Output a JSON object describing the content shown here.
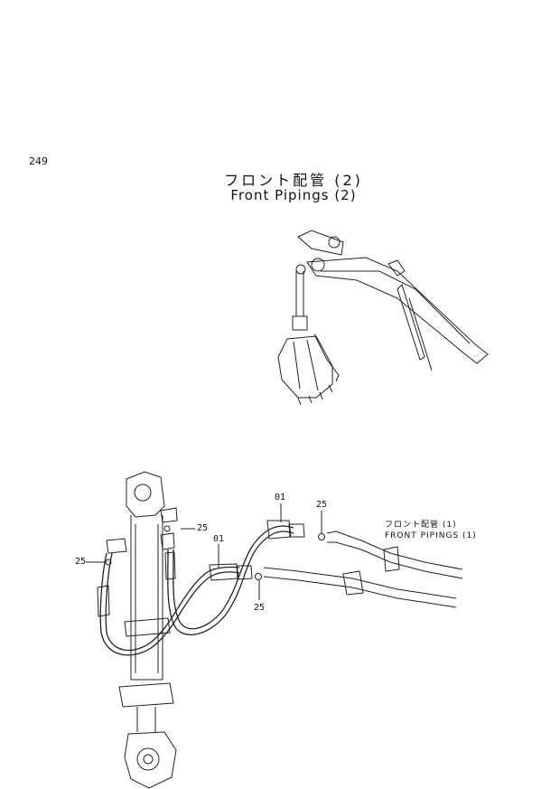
{
  "page": {
    "number": "249",
    "title_jp": "フロント配管 (2)",
    "title_en": "Front Pipings (2)"
  },
  "callouts": {
    "part_01_a": "01",
    "part_01_b": "01",
    "part_25_a": "25",
    "part_25_b": "25",
    "part_25_c": "25",
    "part_25_d": "25"
  },
  "reference": {
    "jp": "フロント配管 (1)",
    "en": "FRONT PIPINGS (1)"
  }
}
